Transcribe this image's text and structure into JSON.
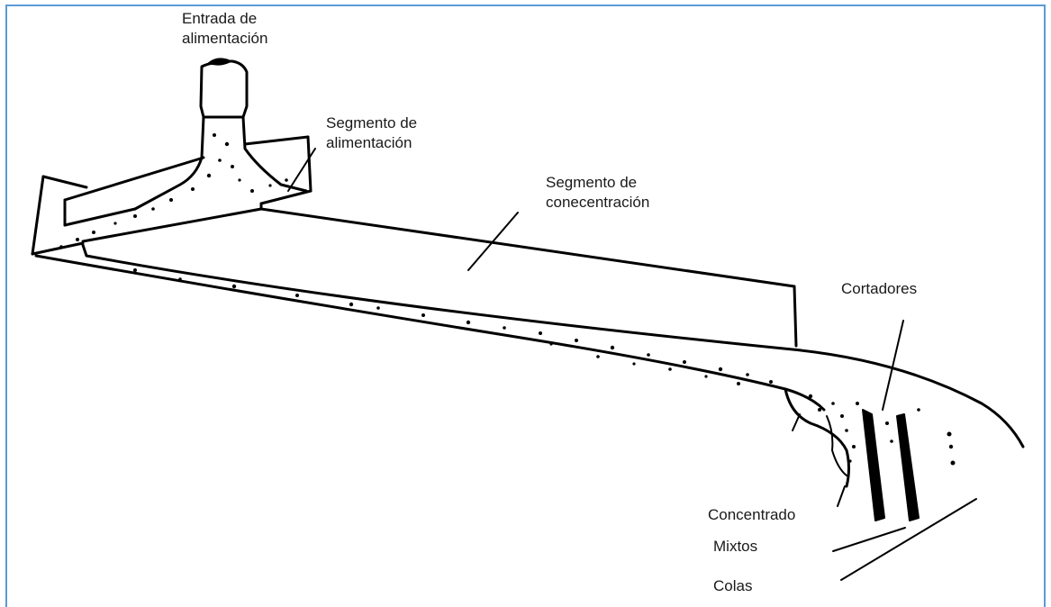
{
  "diagram": {
    "labels": {
      "feed_inlet_line1": "Entrada de",
      "feed_inlet_line2": "alimentación",
      "feed_segment_line1": "Segmento de",
      "feed_segment_line2": "alimentación",
      "concentration_segment_line1": "Segmento de",
      "concentration_segment_line2": "conecentración",
      "cutters": "Cortadores",
      "concentrate": "Concentrado",
      "middlings": "Mixtos",
      "tailings": "Colas"
    },
    "colors": {
      "frame_border": "#5b9bd5",
      "ink": "#000000",
      "label_text": "#1a1a1a",
      "background": "#ffffff"
    }
  }
}
